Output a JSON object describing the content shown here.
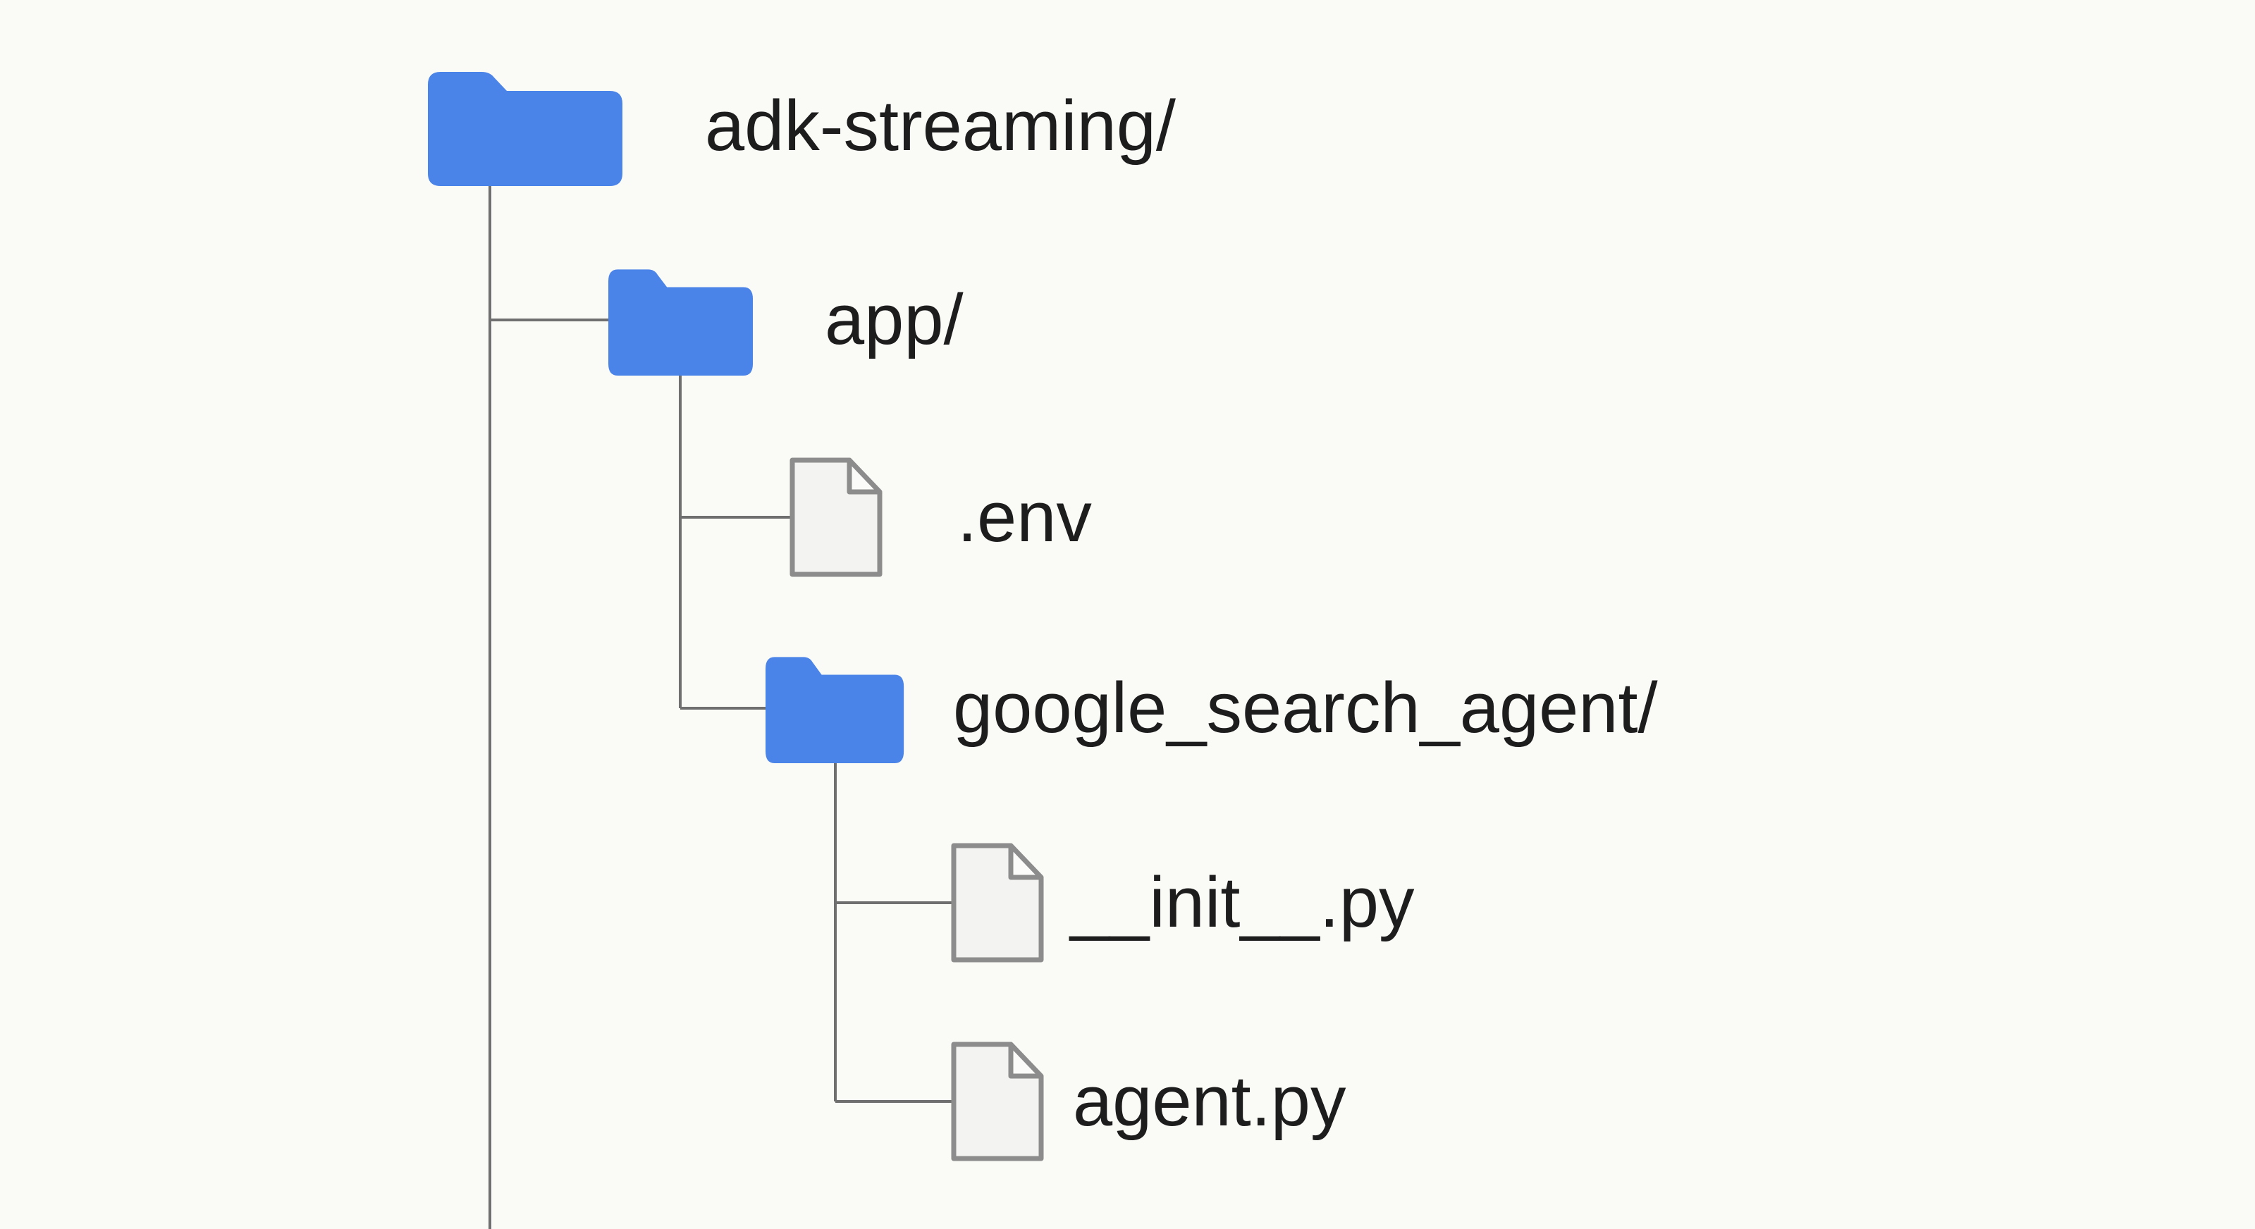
{
  "diagram": {
    "kind": "file-tree",
    "colors": {
      "background": "#fafaf7",
      "folder_blue": "#4a84e8",
      "connector_gray": "#6f6f6f",
      "file_border_gray": "#8c8c8c",
      "file_fill": "#f3f3f1",
      "file_fold_fill": "#fbfbfa",
      "label_text": "#1d1d1d"
    },
    "tree": {
      "nodes": [
        {
          "label": "adk-streaming/",
          "type": "folder",
          "depth": 0,
          "icon": "folder-icon"
        },
        {
          "label": "app/",
          "type": "folder",
          "depth": 1,
          "icon": "folder-icon"
        },
        {
          "label": ".env",
          "type": "file",
          "depth": 2,
          "icon": "file-icon"
        },
        {
          "label": "google_search_agent/",
          "type": "folder",
          "depth": 2,
          "icon": "folder-icon"
        },
        {
          "label": "__init__.py",
          "type": "file",
          "depth": 3,
          "icon": "file-icon"
        },
        {
          "label": "agent.py",
          "type": "file",
          "depth": 3,
          "icon": "file-icon"
        }
      ]
    }
  }
}
